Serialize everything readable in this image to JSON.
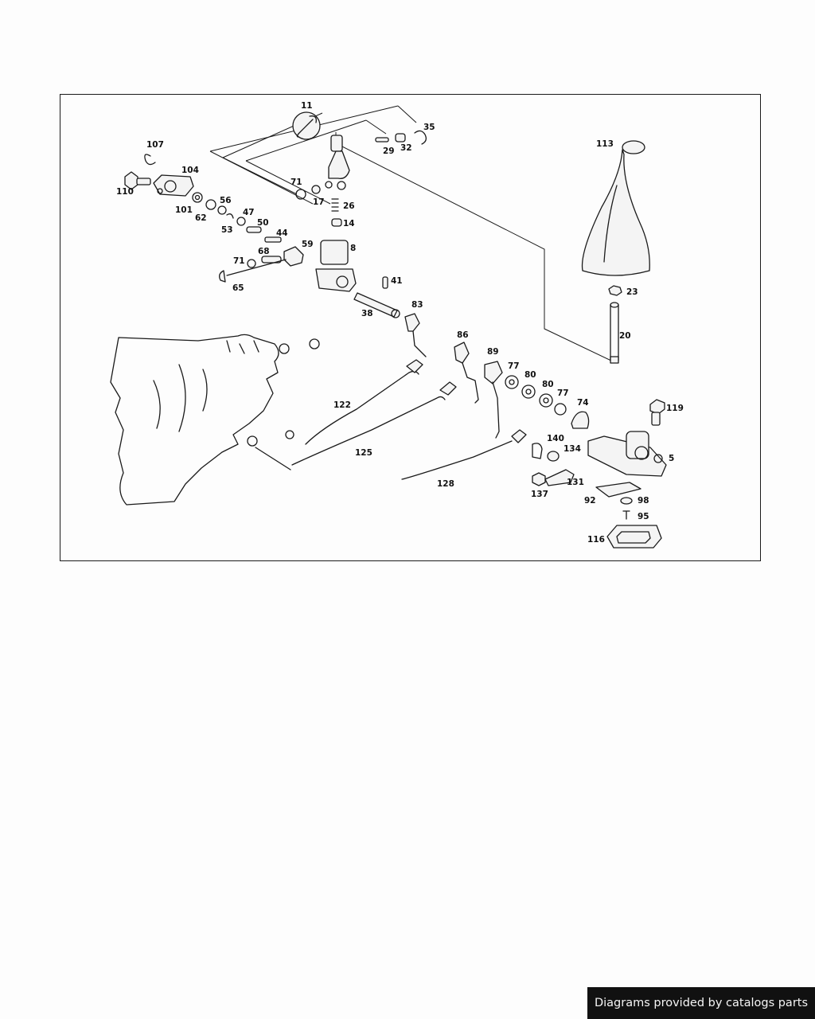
{
  "credit": "Diagrams provided by catalogs parts",
  "callouts": {
    "c5": "5",
    "c8": "8",
    "c11": "11",
    "c14": "14",
    "c17": "17",
    "c20": "20",
    "c23": "23",
    "c26": "26",
    "c29": "29",
    "c32": "32",
    "c35": "35",
    "c38": "38",
    "c41": "41",
    "c44": "44",
    "c47": "47",
    "c50": "50",
    "c53": "53",
    "c56": "56",
    "c59": "59",
    "c62": "62",
    "c65": "65",
    "c68": "68",
    "c71a": "71",
    "c71b": "71",
    "c74": "74",
    "c77a": "77",
    "c77b": "77",
    "c80a": "80",
    "c80b": "80",
    "c83": "83",
    "c86": "86",
    "c89": "89",
    "c92": "92",
    "c95": "95",
    "c98": "98",
    "c101": "101",
    "c104": "104",
    "c107": "107",
    "c110": "110",
    "c113": "113",
    "c116": "116",
    "c119": "119",
    "c122": "122",
    "c125": "125",
    "c128": "128",
    "c131": "131",
    "c134": "134",
    "c137": "137",
    "c140": "140"
  }
}
